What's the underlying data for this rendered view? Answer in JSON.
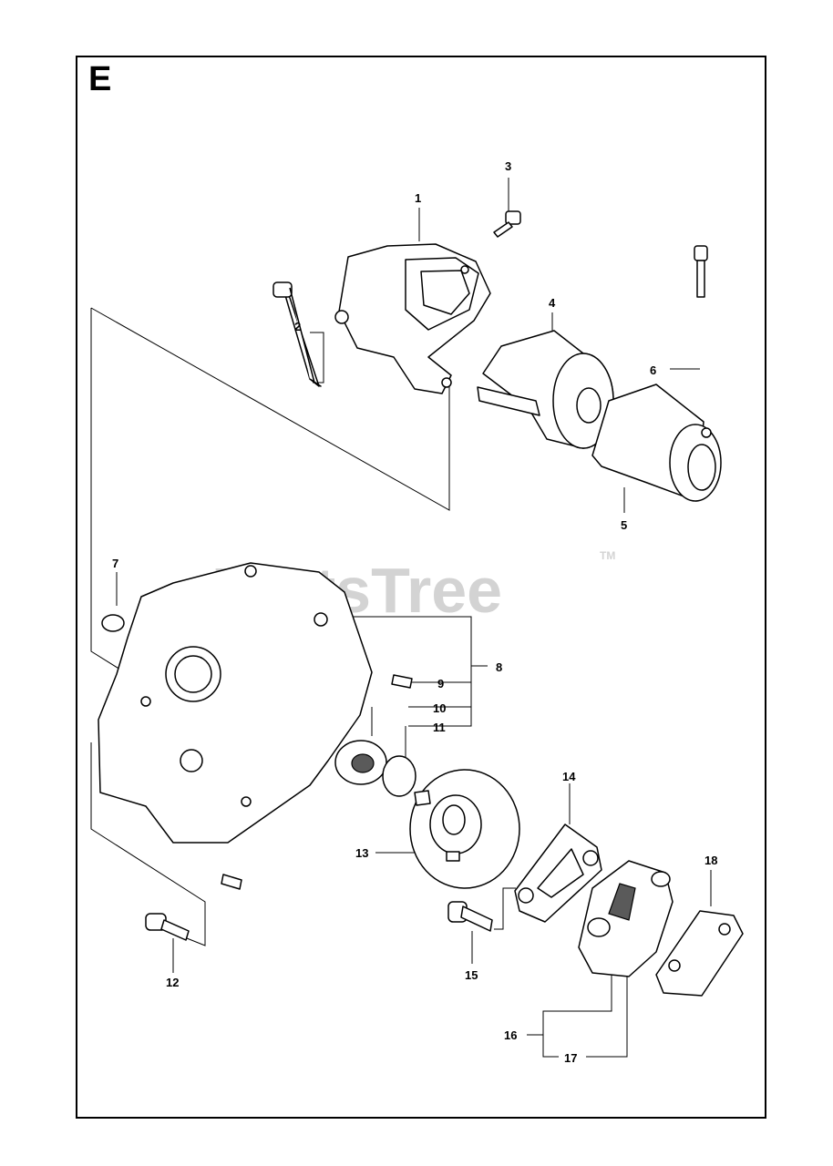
{
  "section_letter": "E",
  "watermark": {
    "text": "PartsTree",
    "trademark": "TM"
  },
  "callouts": [
    "1",
    "2",
    "3",
    "4",
    "5",
    "6",
    "7",
    "8",
    "9",
    "10",
    "11",
    "12",
    "13",
    "14",
    "15",
    "16",
    "17",
    "18"
  ],
  "colors": {
    "line": "#000000",
    "background": "#ffffff",
    "watermark": "#d3d3d3"
  }
}
